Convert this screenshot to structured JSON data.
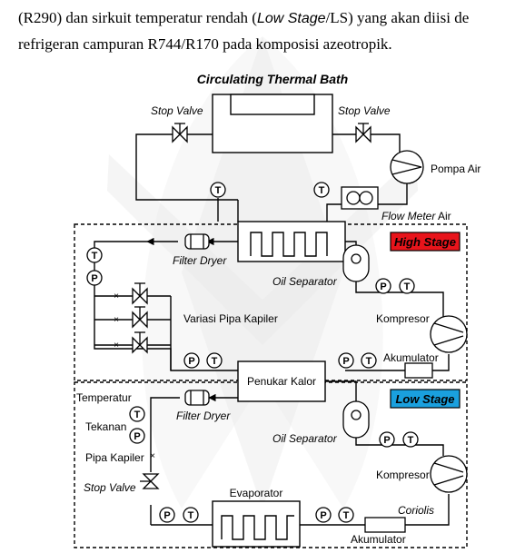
{
  "paragraph": {
    "line1_a": "(R290) dan sirkuit temperatur rendah (",
    "line1_italic": "Low Stage",
    "line1_b": "/LS) yang akan diisi de",
    "line2": "refrigeran campuran R744/R170 pada komposisi azeotropik."
  },
  "diagram": {
    "title": "Circulating Thermal Bath",
    "stop_valve_left": "Stop Valve",
    "stop_valve_right": "Stop Valve",
    "pompa_air": "Pompa Air",
    "flow_meter": "Flow Meter",
    "flow_meter_suffix": " Air",
    "high_stage": "High Stage",
    "low_stage": "Low Stage",
    "filter_dryer_hs": "Filter Dryer",
    "filter_dryer_ls": "Filter Dryer",
    "oil_separator_hs": "Oil Separator",
    "oil_separator_ls": "Oil Separator",
    "variasi_pipa_kapiler": "Variasi Pipa Kapiler",
    "kompresor_hs": "Kompresor",
    "kompresor_ls": "Kompresor",
    "akumulator_hs": "Akumulator",
    "akumulator_ls": "Akumulator",
    "penukar_kalor": "Penukar Kalor",
    "temperatur": "Temperatur",
    "tekanan": "Tekanan",
    "pipa_kapiler": "Pipa Kapiler",
    "stop_valve_ls": "Stop Valve",
    "evaporator": "Evaporator",
    "coriolis": "Coriolis",
    "p_symbol": "P",
    "t_symbol": "T"
  },
  "colors": {
    "high_stage_fill": "#e8141b",
    "low_stage_fill": "#1aa0de",
    "watermark": "#d9d9d9"
  }
}
